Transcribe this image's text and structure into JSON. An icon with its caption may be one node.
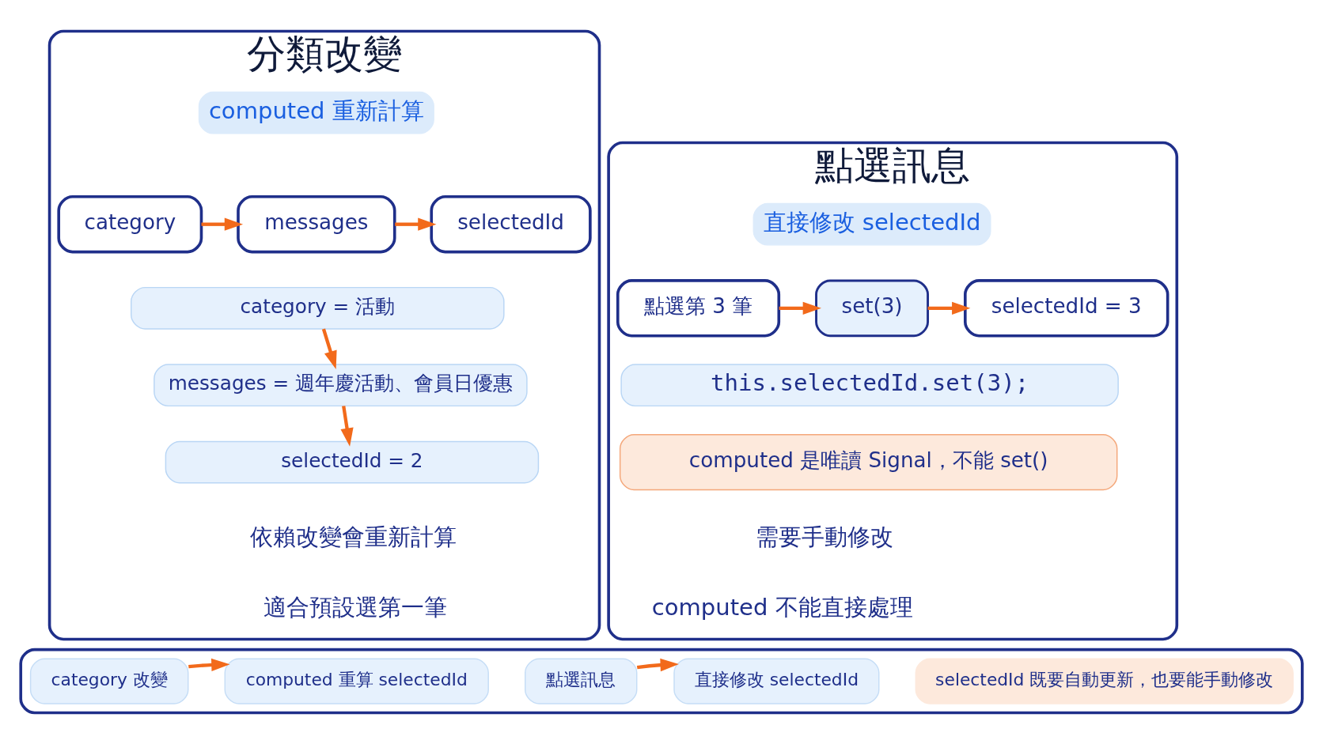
{
  "diagram": {
    "nodes": [
      {
        "text": [
          "分類改變"
        ]
      },
      {
        "text": [
          "computed 重新計算"
        ],
        "in": 0
      },
      {
        "text": [
          "category"
        ],
        "in": 0
      },
      {
        "text": [
          "messages"
        ],
        "in": 0
      },
      {
        "text": [
          "selectedId"
        ],
        "in": 0
      },
      {
        "text": [
          "category = 活動"
        ],
        "in": 0
      },
      {
        "text": [
          "messages = 週年慶活動、會員日優惠"
        ],
        "in": 0
      },
      {
        "text": [
          "selectedId = 2"
        ],
        "in": 0
      },
      {
        "text": [
          "點選訊息"
        ]
      },
      {
        "text": [
          "直接修改 selectedId"
        ],
        "in": 8
      },
      {
        "text": [
          "點選第 3 筆"
        ],
        "in": 8
      },
      {
        "text": [
          "set(3)"
        ],
        "in": 8
      },
      {
        "text": [
          "selectedId = 3"
        ],
        "in": 8
      },
      {
        "text": [
          "this.selectedId.set(3);"
        ],
        "in": 8
      },
      {
        "text": [
          "computed 是唯讀 Signal，不能 set()"
        ],
        "in": 8
      },
      {
        "text": [],
        "shape": "box"
      },
      {
        "text": [
          "category 改變"
        ],
        "in": 15
      },
      {
        "text": [
          "computed 重算 selectedId"
        ],
        "in": 15
      },
      {
        "text": [
          "點選訊息"
        ],
        "in": 15
      },
      {
        "text": [
          "直接修改 selectedId"
        ],
        "in": 15
      },
      {
        "text": [
          "selectedId 既要自動更新，也要能手動修改"
        ],
        "in": 15
      }
    ],
    "edges": [
      {
        "from": 2,
        "to": 3,
        "arrow": "to"
      },
      {
        "from": 3,
        "to": 4,
        "arrow": "to"
      },
      {
        "from": 5,
        "to": 6,
        "arrow": "to"
      },
      {
        "from": 6,
        "to": 7,
        "arrow": "to"
      },
      {
        "from": 10,
        "to": 11,
        "arrow": "to"
      },
      {
        "from": 11,
        "to": 12,
        "arrow": "to"
      },
      {
        "from": 16,
        "to": 17,
        "arrow": "to"
      },
      {
        "from": 18,
        "to": 19,
        "arrow": "to"
      }
    ],
    "labels": [
      "依賴改變會重新計算",
      "適合預設選第一筆",
      "需要手動修改",
      "computed 不能直接處理"
    ]
  }
}
